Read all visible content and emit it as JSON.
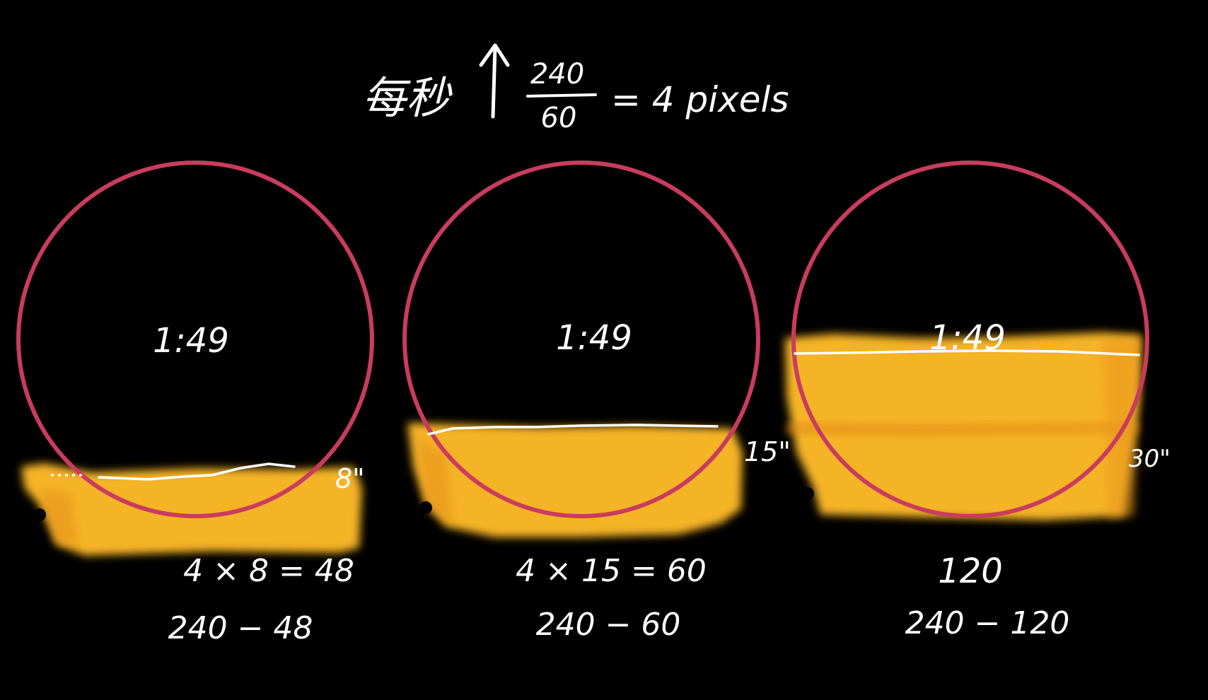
{
  "header": {
    "prefix": "每秒",
    "arrow_icon": "up-arrow-icon",
    "fraction_numerator": "240",
    "fraction_denominator": "60",
    "result": "= 4 pixels"
  },
  "panels": [
    {
      "time_label": "1:49",
      "seconds_label": "8\"",
      "product_label": "4 × 8 = 48",
      "remaining_label": "240 − 48",
      "fill_fraction": 0.2
    },
    {
      "time_label": "1:49",
      "seconds_label": "15\"",
      "product_label": "4 × 15 = 60",
      "remaining_label": "240 − 60",
      "fill_fraction": 0.25
    },
    {
      "time_label": "1:49",
      "seconds_label": "30\"",
      "product_label": "120",
      "remaining_label": "240 − 120",
      "fill_fraction": 0.5
    }
  ],
  "colors": {
    "background": "#000000",
    "ring": "#c93c5e",
    "fill": "#f5b325",
    "fill_edge": "#e08a12",
    "ink": "#ffffff"
  }
}
